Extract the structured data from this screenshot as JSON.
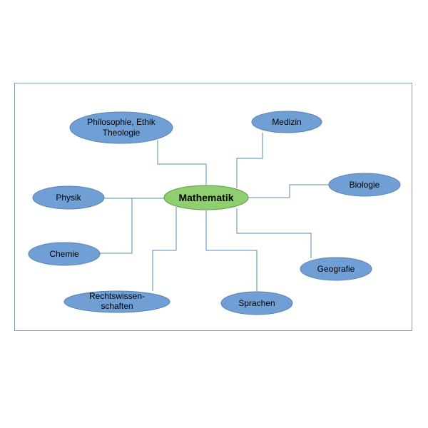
{
  "center": {
    "label": "Mathematik"
  },
  "nodes": {
    "philosophie": {
      "lines": [
        "Philosophie, Ethik",
        "Theologie"
      ]
    },
    "medizin": {
      "lines": [
        "Medizin"
      ]
    },
    "physik": {
      "lines": [
        "Physik"
      ]
    },
    "biologie": {
      "lines": [
        "Biologie"
      ]
    },
    "chemie": {
      "lines": [
        "Chemie"
      ]
    },
    "geografie": {
      "lines": [
        "Geografie"
      ]
    },
    "rechtswissenschaften": {
      "lines": [
        "Rechtswissen-",
        "schaften"
      ]
    },
    "sprachen": {
      "lines": [
        "Sprachen"
      ]
    }
  }
}
